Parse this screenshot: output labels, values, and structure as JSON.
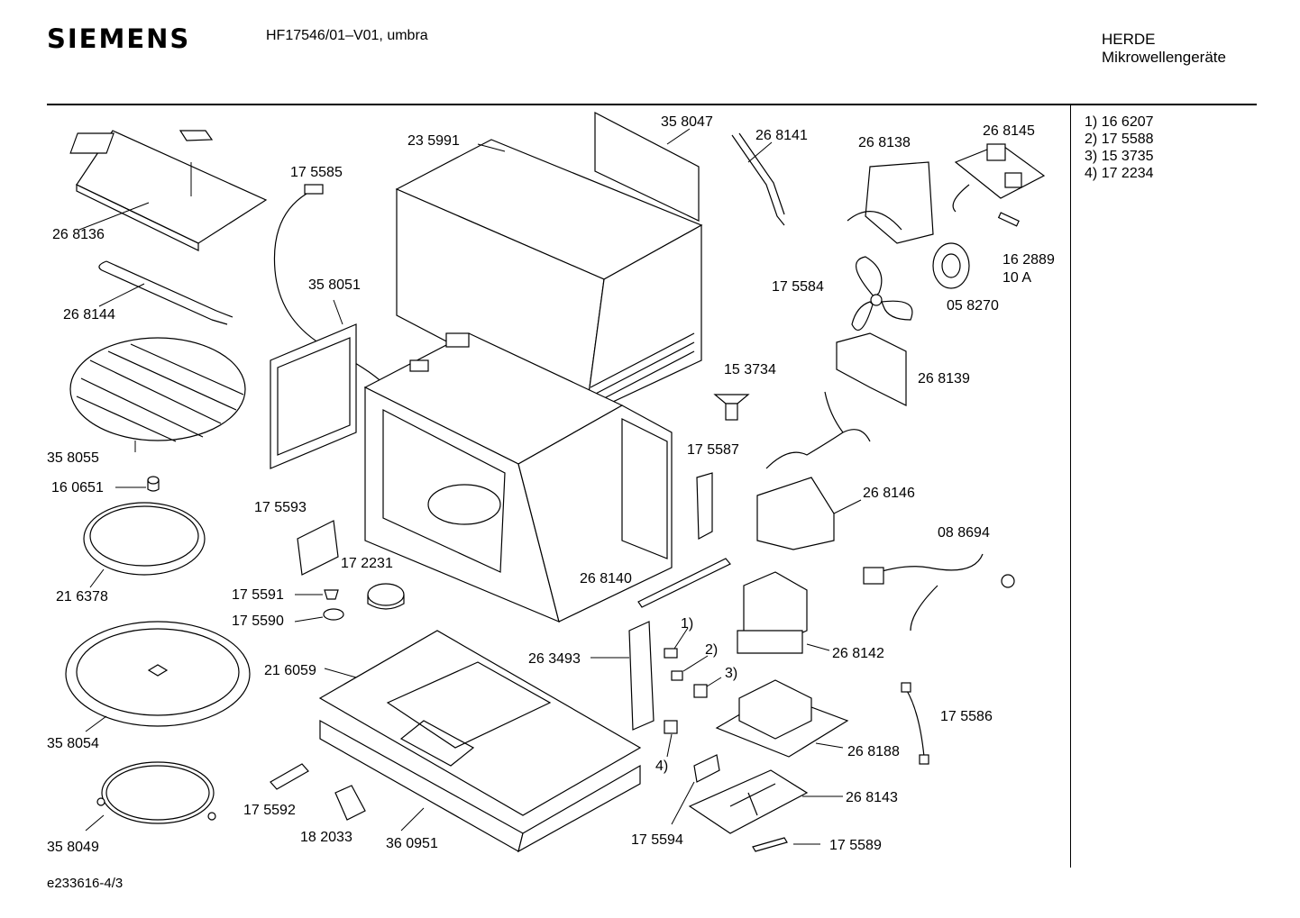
{
  "header": {
    "brand": "SIEMENS",
    "model": "HF17546/01–V01, umbra",
    "category_line1": "HERDE",
    "category_line2": "Mikrowellengeräte"
  },
  "references": [
    {
      "key": "1)",
      "value": "16 6207"
    },
    {
      "key": "2)",
      "value": "17 5588"
    },
    {
      "key": "3)",
      "value": "15 3735"
    },
    {
      "key": "4)",
      "value": "17 2234"
    }
  ],
  "footer": "e233616-4/3",
  "parts": {
    "p268136": "26 8136",
    "p268144": "26 8144",
    "p358055": "35 8055",
    "p160651": "16 0651",
    "p216378": "21 6378",
    "p358054": "35 8054",
    "p358049": "35 8049",
    "p175585": "17 5585",
    "p358051": "35 8051",
    "p235991": "23 5991",
    "p358047": "35 8047",
    "p268141": "26 8141",
    "p268138": "26 8138",
    "p268145": "26 8145",
    "p162889": "16 2889",
    "p10a": "10 A",
    "p058270": "05 8270",
    "p175584": "17 5584",
    "p153734": "15 3734",
    "p268139": "26 8139",
    "p175587": "17 5587",
    "p268146": "26 8146",
    "p088694": "08 8694",
    "p175593": "17 5593",
    "p172231": "17 2231",
    "p175591": "17 5591",
    "p175590": "17 5590",
    "p268140": "26 8140",
    "p263493": "26 3493",
    "p268142": "26 8142",
    "p216059": "21 6059",
    "p175586": "17 5586",
    "p268188": "26 8188",
    "p268143": "26 8143",
    "p175592": "17 5592",
    "p182033": "18 2033",
    "p360951": "36 0951",
    "p175594": "17 5594",
    "p175589": "17 5589",
    "c1": "1)",
    "c2": "2)",
    "c3": "3)",
    "c4": "4)"
  }
}
